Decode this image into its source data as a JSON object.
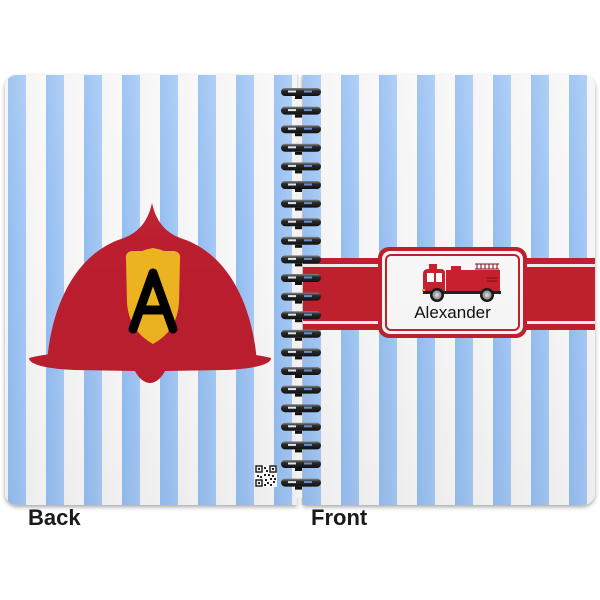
{
  "product": {
    "type": "spiral notebook preview",
    "pattern": "vertical stripes",
    "colors": {
      "stripe_blue": "#9ec4f3",
      "stripe_white": "#f6f6f6",
      "red": "#c0202e",
      "shield_yellow": "#ecb321",
      "text": "#111111"
    }
  },
  "back_cover": {
    "caption": "Back",
    "helmet_initial": "A",
    "icons": [
      "fire-helmet-icon",
      "qr-code-icon"
    ]
  },
  "front_cover": {
    "caption": "Front",
    "name": "Alexander",
    "icons": [
      "fire-truck-icon"
    ]
  },
  "binding": {
    "coil_count": 22
  }
}
